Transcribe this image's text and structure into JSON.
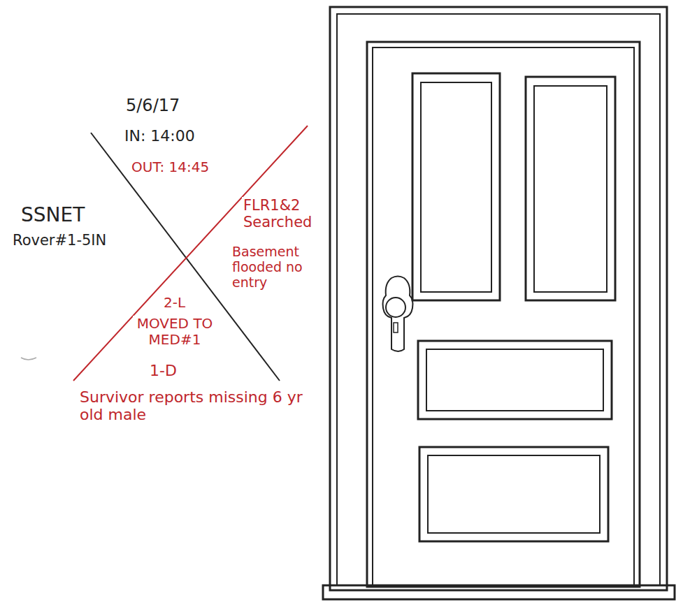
{
  "diagram": {
    "labels": [
      "5/6/17",
      "IN: 14:00",
      "OUT: 14:45",
      "SSNET",
      "Rover#1-5IN",
      "FLR1&2 Searched",
      "Basement flooded no entry",
      "2-L",
      "MOVED TO MED#1",
      "1-D",
      "Survivor reports missing 6 yr old male"
    ]
  }
}
